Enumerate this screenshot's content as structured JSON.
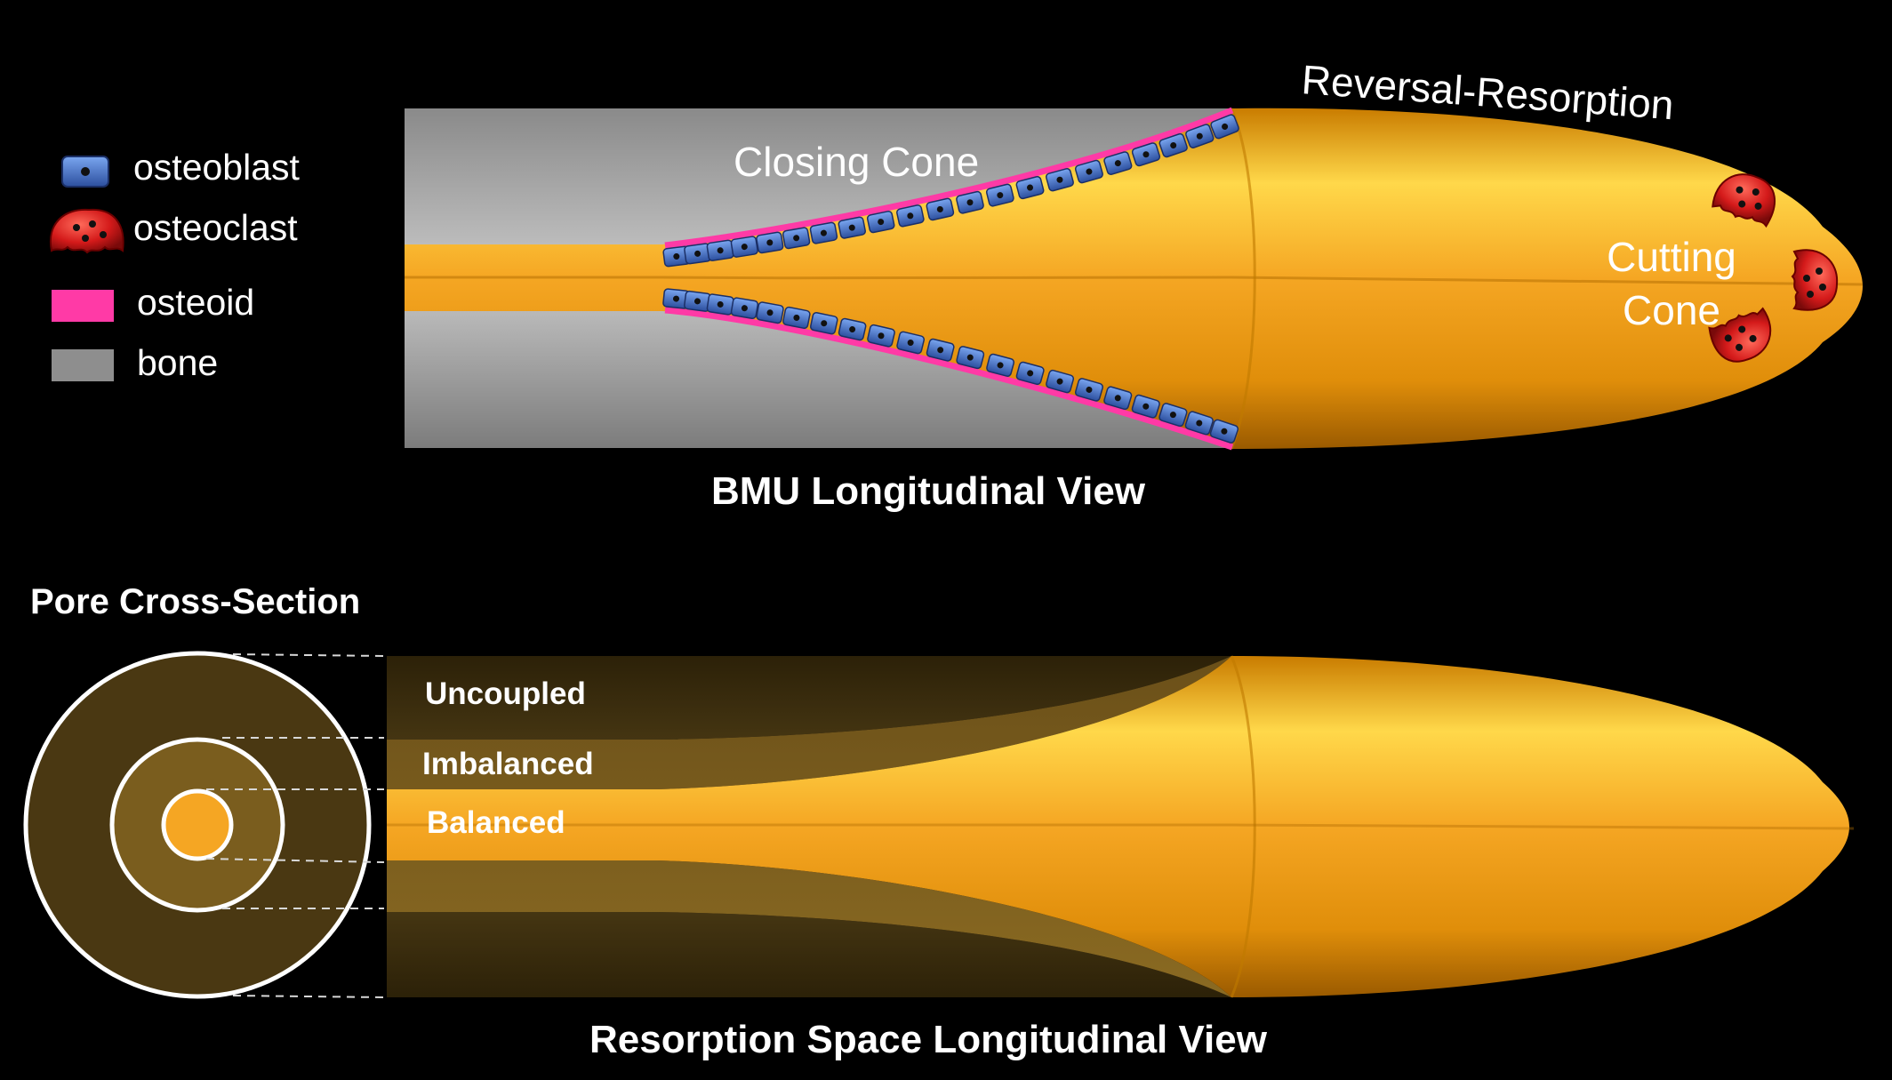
{
  "legend": {
    "items": [
      {
        "label": "osteoblast",
        "icon": "osteoblast-icon",
        "color": "#3d6bc4"
      },
      {
        "label": "osteoclast",
        "icon": "osteoclast-icon",
        "color": "#d81e1e"
      },
      {
        "label": "osteoid",
        "icon": "osteoid-swatch",
        "color": "#ff3aa6"
      },
      {
        "label": "bone",
        "icon": "bone-swatch",
        "color": "#8a8a8a"
      }
    ]
  },
  "bmu": {
    "closing_cone_label": "Closing Cone",
    "reversal_resorption_label": "Reversal-Resorption",
    "cutting_cone_line1": "Cutting",
    "cutting_cone_line2": "Cone",
    "title": "BMU Longitudinal View"
  },
  "cross_section": {
    "title": "Pore Cross-Section"
  },
  "resorption": {
    "uncoupled_label": "Uncoupled",
    "imbalanced_label": "Imbalanced",
    "balanced_label": "Balanced",
    "title": "Resorption Space Longitudinal View"
  },
  "colors": {
    "background": "#000000",
    "canal_gold": "#f5a623",
    "canal_highlight": "#ffd24a",
    "bone_gray": "#a0a0a0",
    "osteoid_pink": "#ff3aa6",
    "osteoblast_blue": "#3d6bc4",
    "osteoclast_red": "#d81e1e",
    "section_brown": "#4a3812"
  }
}
